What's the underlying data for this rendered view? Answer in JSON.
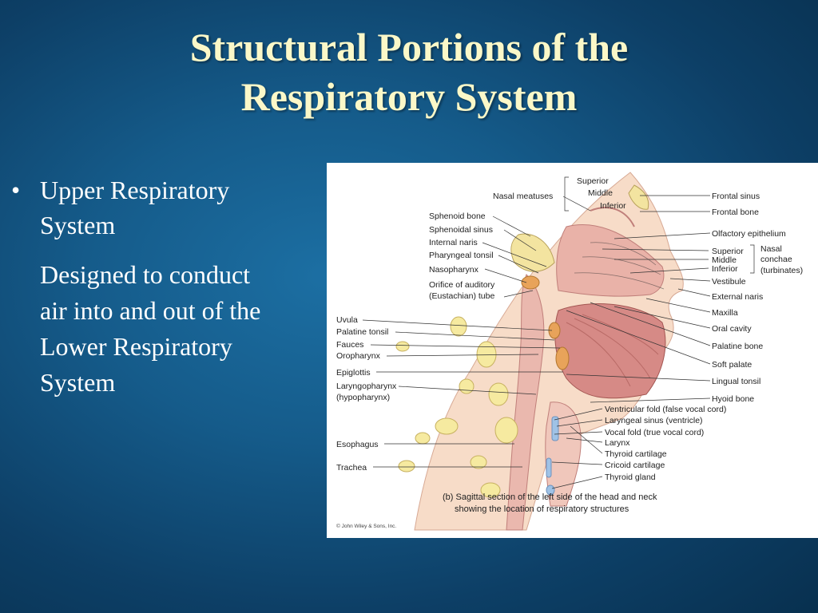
{
  "slide": {
    "title_line1": "Structural Portions of the",
    "title_line2": "Respiratory System",
    "bullet": {
      "line1": "Upper Respiratory",
      "line2": "System"
    },
    "description": {
      "line1": "Designed to conduct",
      "line2": "air into and out of  the",
      "line3": "Lower Respiratory",
      "line4": "System"
    }
  },
  "figure": {
    "labels_left": {
      "nasal_meatuses": "Nasal meatuses",
      "sphenoid_bone": "Sphenoid bone",
      "sphenoidal_sinus": "Sphenoidal sinus",
      "internal_naris": "Internal naris",
      "pharyngeal_tonsil": "Pharyngeal tonsil",
      "nasopharynx": "Nasopharynx",
      "orifice_auditory_1": "Orifice of auditory",
      "orifice_auditory_2": "(Eustachian) tube",
      "uvula": "Uvula",
      "palatine_tonsil": "Palatine tonsil",
      "fauces": "Fauces",
      "oropharynx": "Oropharynx",
      "epiglottis": "Epiglottis",
      "laryngopharynx": "Laryngopharynx",
      "hypopharynx": "(hypopharynx)",
      "esophagus": "Esophagus",
      "trachea": "Trachea"
    },
    "labels_top": {
      "superior": "Superior",
      "middle": "Middle",
      "inferior": "Inferior"
    },
    "labels_right": {
      "frontal_sinus": "Frontal sinus",
      "frontal_bone": "Frontal bone",
      "olfactory_epithelium": "Olfactory epithelium",
      "conchae_superior": "Superior",
      "conchae_middle": "Middle",
      "conchae_inferior": "Inferior",
      "nasal": "Nasal",
      "conchae": "conchae",
      "turbinates": "(turbinates)",
      "vestibule": "Vestibule",
      "external_naris": "External naris",
      "maxilla": "Maxilla",
      "oral_cavity": "Oral cavity",
      "palatine_bone": "Palatine bone",
      "soft_palate": "Soft palate",
      "lingual_tonsil": "Lingual tonsil",
      "hyoid_bone": "Hyoid bone",
      "ventricular_fold": "Ventricular fold (false vocal cord)",
      "laryngeal_sinus": "Laryngeal sinus (ventricle)",
      "vocal_fold": "Vocal fold (true vocal cord)",
      "larynx": "Larynx",
      "thyroid_cartilage": "Thyroid cartilage",
      "cricoid_cartilage": "Cricoid cartilage",
      "thyroid_gland": "Thyroid gland"
    },
    "caption_line1": "(b) Sagittal section of the left side of the head and neck",
    "caption_line2": "showing the location of respiratory structures",
    "copyright": "© John Wiley & Sons, Inc."
  },
  "colors": {
    "title": "#fbf8c8",
    "body_text": "#ffffff",
    "background": "#155b8a"
  }
}
